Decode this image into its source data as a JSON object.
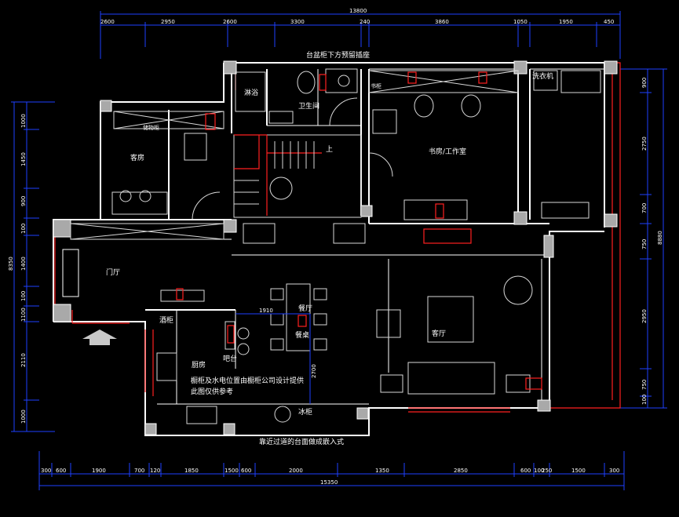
{
  "rooms": {
    "bath": "淋浴",
    "wc": "卫生间",
    "study_cabinet": "书柜",
    "laundry": "洗衣机",
    "study": "书房/工作室",
    "cabinet": "储物柜",
    "guest": "客房",
    "foyer": "门厅",
    "dining": "餐厅",
    "dining_table": "餐桌",
    "living": "客厅",
    "kitchen": "厨房",
    "wine": "酒柜",
    "bar": "吧台",
    "fridge": "冰柜",
    "stair_up": "上"
  },
  "notes": {
    "top": "台盆柜下方预留插座",
    "bottom": "靠近过道的台面做成嵌入式",
    "kitchen_line1": "橱柜及水电位置由橱柜公司设计提供",
    "kitchen_line2": "此图仅供参考"
  },
  "dims": {
    "top_total": "13800",
    "top_segments": [
      "2600",
      "2950",
      "2600",
      "3300",
      "240",
      "3860",
      "1050",
      "1950",
      "450"
    ],
    "bottom_total": "15350",
    "bottom_segments": [
      "300",
      "600",
      "1900",
      "700",
      "120",
      "1850",
      "1500",
      "600",
      "2000",
      "1350",
      "2850",
      "600",
      "100",
      "250",
      "1500",
      "300"
    ],
    "left_total": "8350",
    "left_segments": [
      "1000",
      "1450",
      "900",
      "100",
      "1400",
      "100",
      "1100",
      "2110",
      "1000"
    ],
    "right_total": "8880",
    "right_segments": [
      "900",
      "2750",
      "700",
      "750",
      "2950",
      "750",
      "100"
    ],
    "inner_1910": "1910",
    "inner_2700": "2700"
  },
  "colors": {
    "wall": "#ffffff",
    "electric": "#ff2020",
    "dimension": "#1e40ff",
    "column": "#a9a9a9"
  }
}
